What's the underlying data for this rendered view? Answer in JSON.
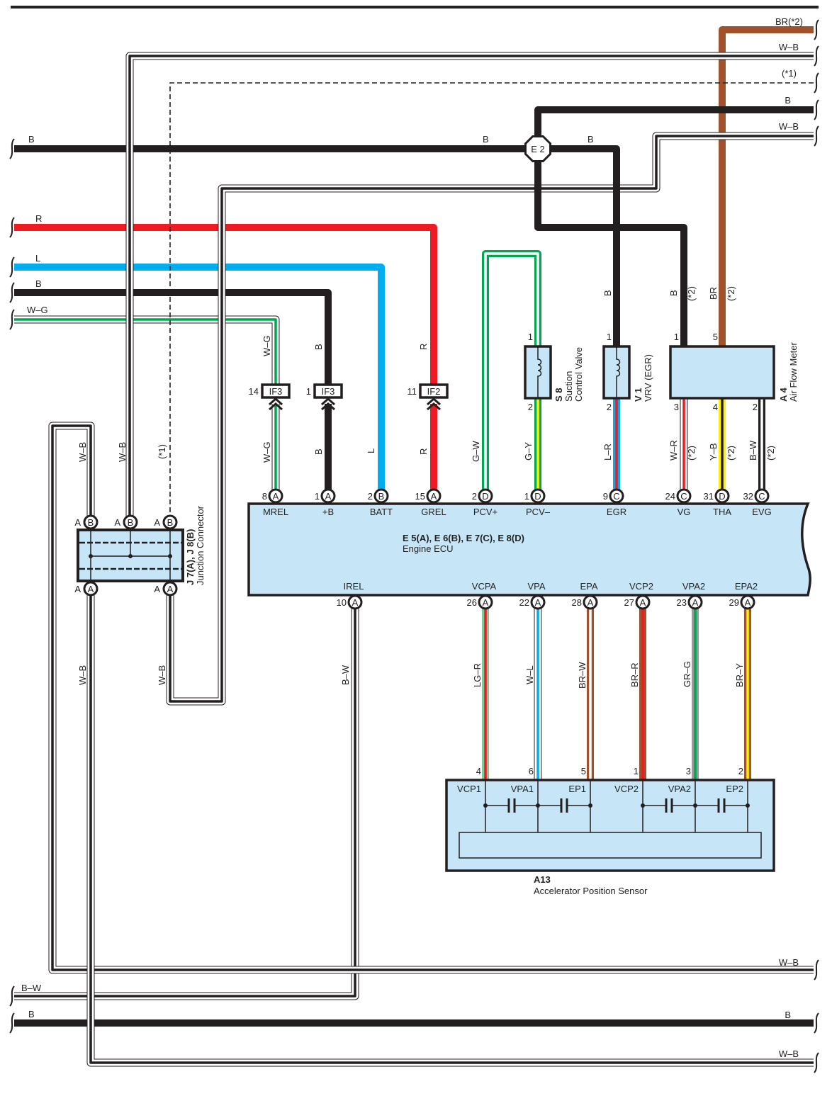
{
  "wire_colors": {
    "B": "#231f20",
    "R": "#ed1c24",
    "L": "#00aeef",
    "G": "#00a651",
    "W": "#ffffff",
    "Y": "#fff200",
    "BR": "#a0522d",
    "LG": "#7fc99a",
    "GR": "#999999",
    "body_fill": "#c6e6f8"
  },
  "left_wires": [
    {
      "label": "B"
    },
    {
      "label": "R"
    },
    {
      "label": "L"
    },
    {
      "label": "B"
    },
    {
      "label": "W–G"
    },
    {
      "label": "B–W"
    },
    {
      "label": "B"
    }
  ],
  "right_wires": [
    {
      "label": "BR(*2)"
    },
    {
      "label": "W–B"
    },
    {
      "label": "(*1)"
    },
    {
      "label": "B"
    },
    {
      "label": "W–B"
    },
    {
      "label": "W–B"
    },
    {
      "label": "B"
    },
    {
      "label": "W–B"
    }
  ],
  "ground_point": {
    "label": "E 2",
    "wire_left": "B",
    "wire_right": "B"
  },
  "junction_connector": {
    "id": "J 7(A), J 8(B)",
    "name": "Junction Connector",
    "top_pins": [
      {
        "conn": "A",
        "pin": "B",
        "wire": "W–B"
      },
      {
        "conn": "A",
        "pin": "B",
        "wire": "W–B"
      },
      {
        "conn": "A",
        "pin": "B",
        "wire": "(*1)"
      }
    ],
    "bottom_pins": [
      {
        "conn": "A",
        "pin": "A",
        "wire": "W–B"
      },
      {
        "conn": "A",
        "pin": "A",
        "wire": "W–B"
      }
    ]
  },
  "junction_blocks": [
    {
      "pin": "14",
      "name": "IF3",
      "wire_top": "W–G",
      "wire_bottom": "W–G"
    },
    {
      "pin": "1",
      "name": "IF3",
      "wire_top": "B",
      "wire_bottom": "B"
    },
    {
      "pin": "11",
      "name": "IF2",
      "wire_top": "R",
      "wire_bottom": "R"
    }
  ],
  "ecu": {
    "id": "E 5(A), E 6(B), E 7(C), E 8(D)",
    "name": "Engine ECU",
    "top_terminals": [
      {
        "num": "8",
        "conn": "A",
        "name": "MREL",
        "wire": "W–G"
      },
      {
        "num": "1",
        "conn": "A",
        "name": "+B",
        "wire": "B"
      },
      {
        "num": "2",
        "conn": "B",
        "name": "BATT",
        "wire": "L"
      },
      {
        "num": "15",
        "conn": "A",
        "name": "GREL",
        "wire": "R"
      },
      {
        "num": "2",
        "conn": "D",
        "name": "PCV+",
        "wire": "G–W"
      },
      {
        "num": "1",
        "conn": "D",
        "name": "PCV–",
        "wire": "G–Y"
      },
      {
        "num": "9",
        "conn": "C",
        "name": "EGR",
        "wire": "L–R"
      },
      {
        "num": "24",
        "conn": "C",
        "name": "VG",
        "wire": "W–R",
        "note": "(*2)"
      },
      {
        "num": "31",
        "conn": "D",
        "name": "THA",
        "wire": "Y–B",
        "note": "(*2)"
      },
      {
        "num": "32",
        "conn": "C",
        "name": "EVG",
        "wire": "B–W",
        "note": "(*2)"
      }
    ],
    "bottom_terminals": [
      {
        "num": "10",
        "conn": "A",
        "name": "IREL",
        "wire": "B–W"
      },
      {
        "num": "26",
        "conn": "A",
        "name": "VCPA",
        "wire": "LG–R"
      },
      {
        "num": "22",
        "conn": "A",
        "name": "VPA",
        "wire": "W–L"
      },
      {
        "num": "28",
        "conn": "A",
        "name": "EPA",
        "wire": "BR–W"
      },
      {
        "num": "27",
        "conn": "A",
        "name": "VCP2",
        "wire": "BR–R"
      },
      {
        "num": "23",
        "conn": "A",
        "name": "VPA2",
        "wire": "GR–G"
      },
      {
        "num": "29",
        "conn": "A",
        "name": "EPA2",
        "wire": "BR–Y"
      }
    ]
  },
  "suction_valve": {
    "id": "S 8",
    "name1": "Suction",
    "name2": "Control Valve",
    "pin_top": "1",
    "pin_bottom": "2"
  },
  "vrv": {
    "id": "V 1",
    "name": "VRV (EGR)",
    "pin_top": "1",
    "pin_bottom": "2",
    "wire_top": "B"
  },
  "air_flow_meter": {
    "id": "A 4",
    "name": "Air Flow Meter",
    "top_pins": [
      {
        "pin": "1",
        "wire": "B",
        "note": "(*2)"
      },
      {
        "pin": "5",
        "wire": "BR",
        "note": "(*2)"
      }
    ],
    "bottom_pins": [
      {
        "pin": "3"
      },
      {
        "pin": "4"
      },
      {
        "pin": "2"
      }
    ]
  },
  "accel_sensor": {
    "id": "A13",
    "name": "Accelerator Position Sensor",
    "pins": [
      {
        "num": "4",
        "name": "VCP1"
      },
      {
        "num": "6",
        "name": "VPA1"
      },
      {
        "num": "5",
        "name": "EP1"
      },
      {
        "num": "1",
        "name": "VCP2"
      },
      {
        "num": "3",
        "name": "VPA2"
      },
      {
        "num": "2",
        "name": "EP2"
      }
    ]
  }
}
